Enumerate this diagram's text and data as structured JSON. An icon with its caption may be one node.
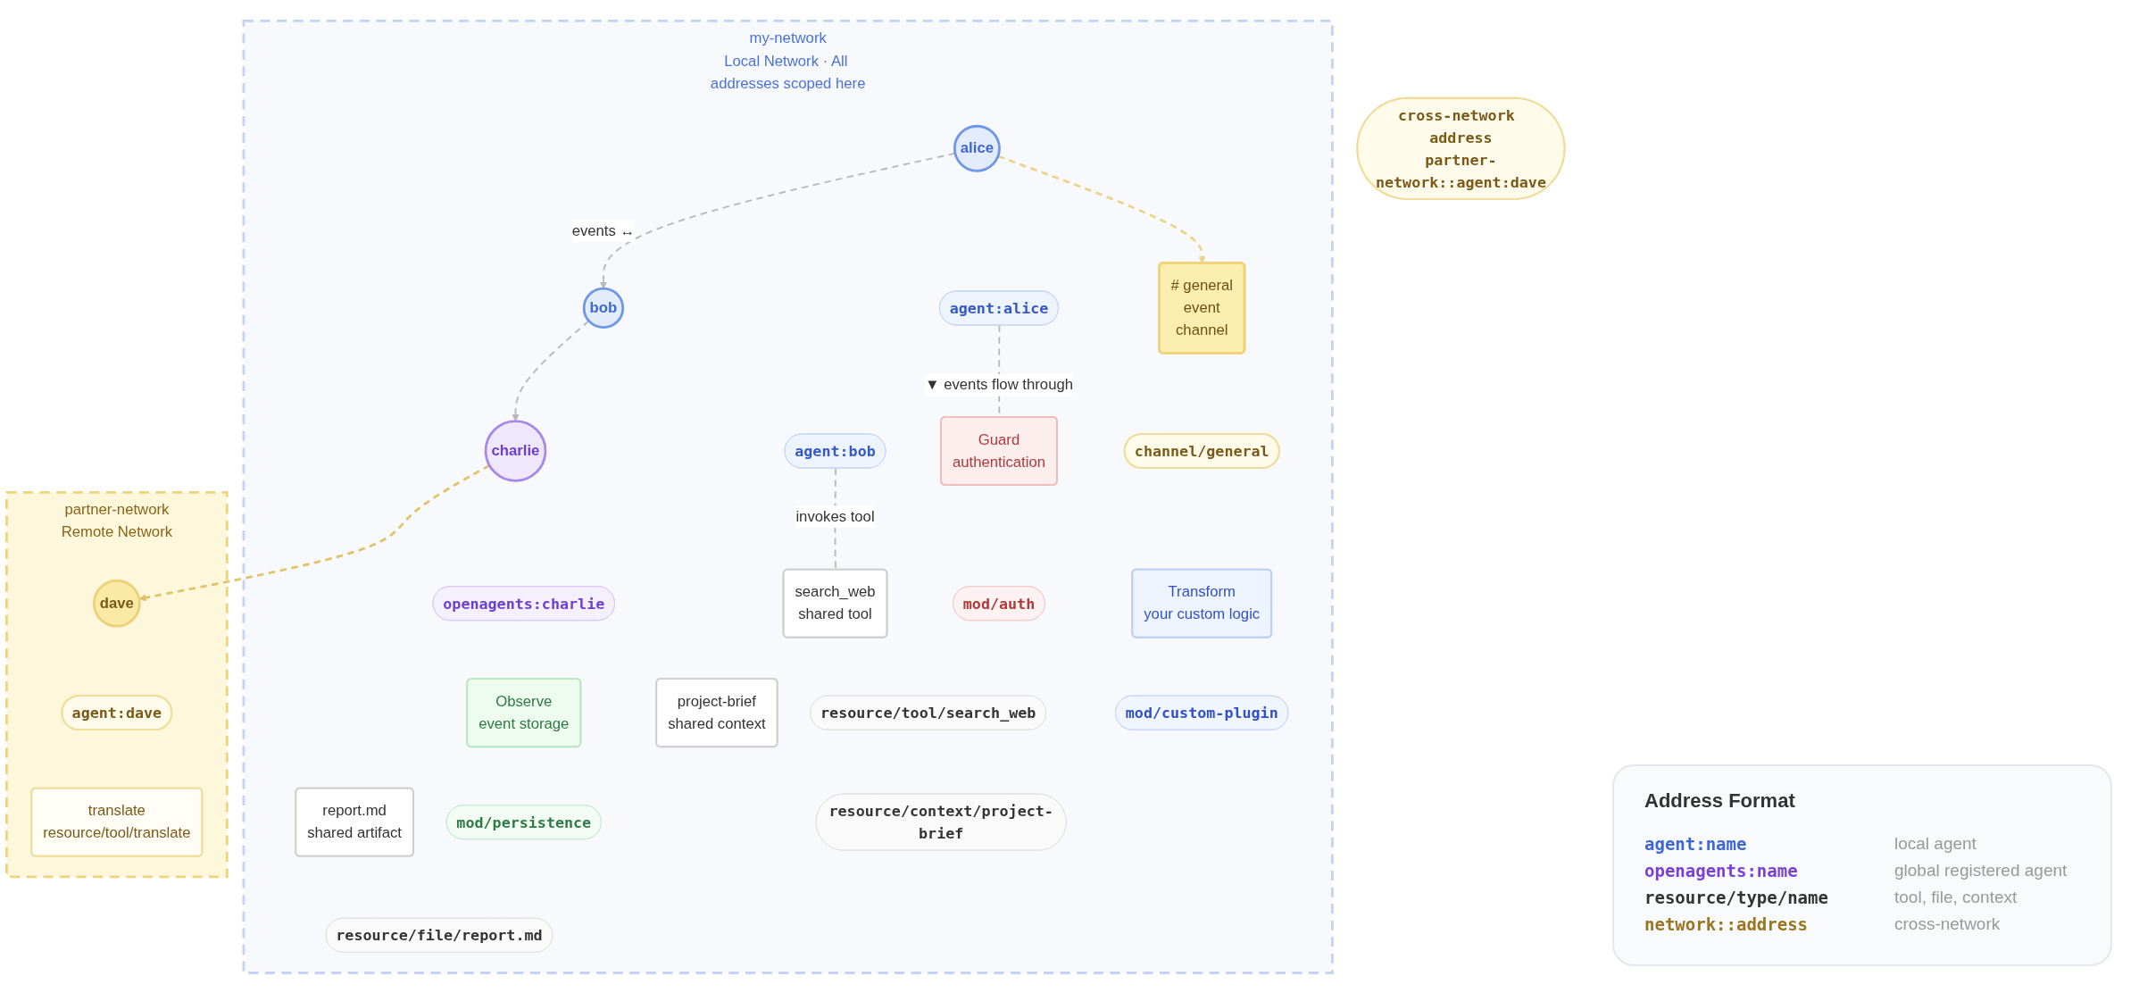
{
  "diagram": {
    "nodes": [
      {
        "text": [
          "my-network",
          "Local Network · All addresses scoped here"
        ]
      },
      {
        "text": [
          "alice"
        ],
        "in": 0
      },
      {
        "text": [
          "agent:alice"
        ],
        "in": 0
      },
      {
        "text": [
          "bob"
        ],
        "in": 0
      },
      {
        "text": [
          "agent:bob"
        ],
        "in": 0
      },
      {
        "text": [
          "charlie"
        ],
        "in": 0
      },
      {
        "text": [
          "openagents:charlie"
        ],
        "in": 0
      },
      {
        "text": [
          "# general",
          "event",
          "channel"
        ],
        "in": 0
      },
      {
        "text": [
          "channel/general"
        ],
        "in": 0
      },
      {
        "text": [
          "Guard",
          "authentication"
        ],
        "in": 0
      },
      {
        "text": [
          "mod/auth"
        ],
        "in": 0
      },
      {
        "text": [
          "Observe",
          "event storage"
        ],
        "in": 0
      },
      {
        "text": [
          "mod/persistence"
        ],
        "in": 0
      },
      {
        "text": [
          "Transform",
          "your custom logic"
        ],
        "in": 0
      },
      {
        "text": [
          "mod/custom-plugin"
        ],
        "in": 0
      },
      {
        "text": [
          "search_web",
          "shared tool"
        ],
        "in": 0
      },
      {
        "text": [
          "resource/tool/search_web"
        ],
        "in": 0
      },
      {
        "text": [
          "report.md",
          "shared artifact"
        ],
        "in": 0
      },
      {
        "text": [
          "resource/file/report.md"
        ],
        "in": 0
      },
      {
        "text": [
          "project-brief",
          "shared context"
        ],
        "in": 0
      },
      {
        "text": [
          "resource/context/project-brief"
        ],
        "in": 0
      },
      {
        "text": [
          "cross-network address",
          "partner-network::agent:dave"
        ]
      },
      {
        "text": [
          "partner-network",
          "Remote Network"
        ]
      },
      {
        "text": [
          "dave"
        ],
        "in": 22
      },
      {
        "text": [
          "agent:dave"
        ],
        "in": 22
      },
      {
        "text": [
          "translate",
          "resource/tool/translate"
        ],
        "in": 22
      }
    ],
    "edges": [
      {
        "from": 1,
        "to": 3,
        "arrow": "to",
        "label": "events ↔",
        "style": "dashed"
      },
      {
        "from": 3,
        "to": 5,
        "arrow": "to",
        "style": "dashed"
      },
      {
        "from": 1,
        "to": 7,
        "arrow": "to",
        "style": "dashed",
        "color": "#ecd48a"
      },
      {
        "from": 5,
        "to": 23,
        "arrow": "to",
        "style": "dashed",
        "color": "#e2c26a"
      },
      {
        "from": 2,
        "to": 9,
        "arrow": "none",
        "label": "▼ events flow through",
        "style": "dashed"
      },
      {
        "from": 4,
        "to": 15,
        "arrow": "none",
        "label": "invokes tool",
        "style": "dashed"
      }
    ],
    "labels": [
      "Address Format",
      "agent:name",
      "local agent",
      "openagents:name",
      "global registered agent",
      "resource/type/name",
      "tool, file, context",
      "network::address",
      "cross-network"
    ]
  }
}
